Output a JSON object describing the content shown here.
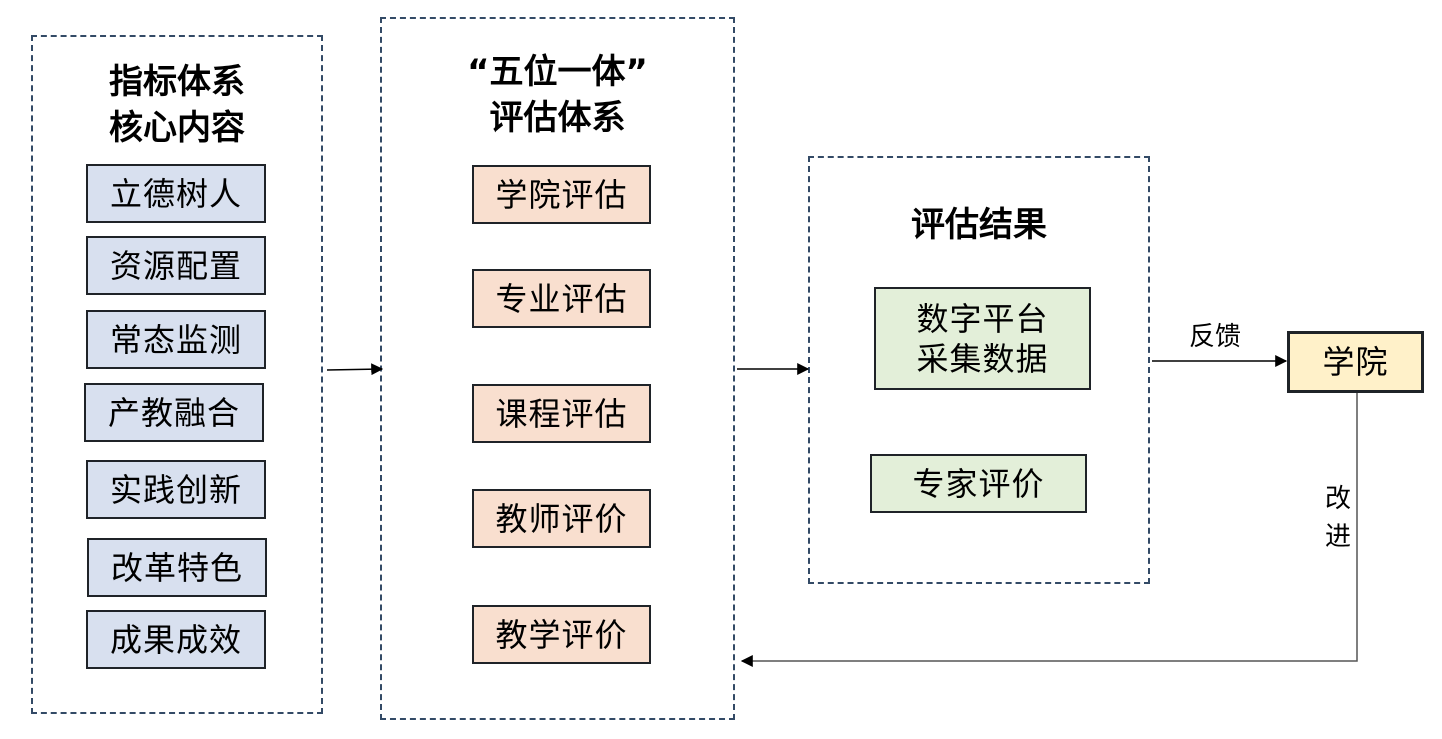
{
  "groups": {
    "indicators": {
      "title_line1": "指标体系",
      "title_line2": "核心内容",
      "items": [
        "立德树人",
        "资源配置",
        "常态监测",
        "产教融合",
        "实践创新",
        "改革特色",
        "成果成效"
      ]
    },
    "evaluation": {
      "title_line1": "“五位一体”",
      "title_line2": "评估体系",
      "items": [
        "学院评估",
        "专业评估",
        "课程评估",
        "教师评价",
        "教学评价"
      ]
    },
    "results": {
      "title": "评估结果",
      "items": [
        {
          "line1": "数字平台",
          "line2": "采集数据"
        },
        {
          "line1": "专家评价"
        }
      ]
    }
  },
  "target": {
    "label": "学院"
  },
  "edge_labels": {
    "feedback": "反馈",
    "improve_1": "改",
    "improve_2": "进"
  },
  "colors": {
    "indicator_fill": "#d8e0ef",
    "evaluation_fill": "#f9dfcf",
    "result_fill": "#e3efd9",
    "target_fill": "#fff1c9",
    "group_border": "#334a66"
  }
}
